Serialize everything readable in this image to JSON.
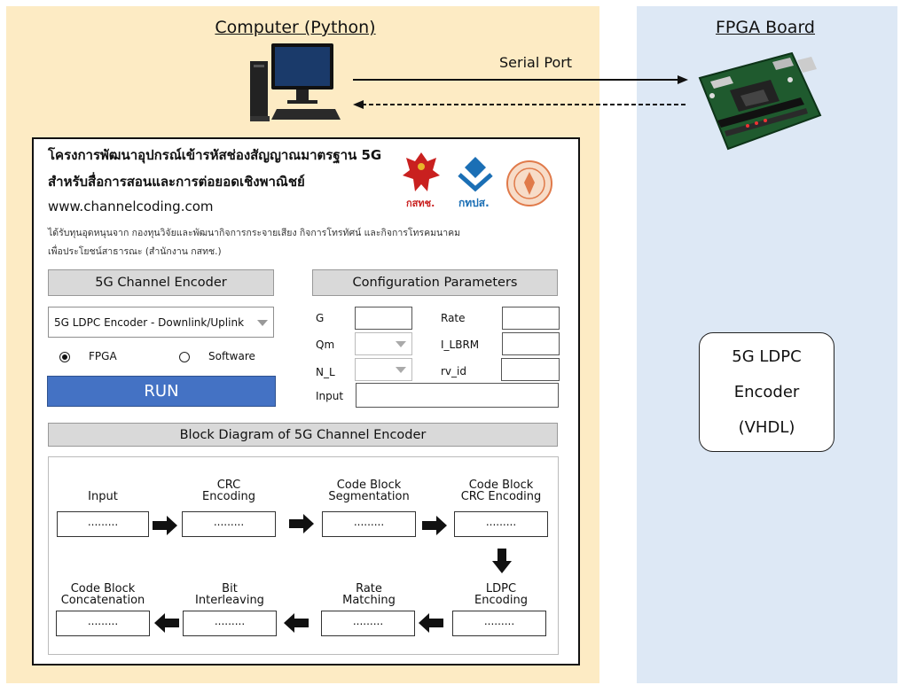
{
  "computer_section": {
    "title": "Computer (Python)"
  },
  "fpga_section": {
    "title": "FPGA Board"
  },
  "link": {
    "label": "Serial Port"
  },
  "app": {
    "title_line1": "โครงการพัฒนาอุปกรณ์เข้ารหัสช่องสัญญาณมาตรฐาน 5G",
    "title_line2": "สำหรับสื่อการสอนและการต่อยอดเชิงพาณิชย์",
    "url": "www.channelcoding.com",
    "funding_line1": "ได้รับทุนอุดหนุนจาก กองทุนวิจัยและพัฒนากิจการกระจายเสียง กิจการโทรทัศน์ และกิจการโทรคมนาคม",
    "funding_line2": "เพื่อประโยชน์สาธารณะ (สำนักงาน กสทช.)",
    "logos": [
      {
        "icon": "garuda-emblem-icon",
        "caption": "กสทช."
      },
      {
        "icon": "tmpsa-logo-icon",
        "caption": "กทปส."
      },
      {
        "icon": "university-seal-icon",
        "caption": ""
      }
    ],
    "encoder_panel": {
      "heading": "5G Channel Encoder",
      "mode_selected": "5G LDPC Encoder - Downlink/Uplink",
      "options": [
        {
          "label": "FPGA",
          "selected": true
        },
        {
          "label": "Software",
          "selected": false
        }
      ],
      "run_label": "RUN"
    },
    "config_panel": {
      "heading": "Configuration Parameters",
      "params": {
        "G": {
          "label": "G",
          "value": ""
        },
        "Qm": {
          "label": "Qm",
          "value": ""
        },
        "N_L": {
          "label": "N_L",
          "value": ""
        },
        "Rate": {
          "label": "Rate",
          "value": ""
        },
        "I_LBRM": {
          "label": "I_LBRM",
          "value": ""
        },
        "rv_id": {
          "label": "rv_id",
          "value": ""
        },
        "Input": {
          "label": "Input",
          "value": ""
        }
      }
    },
    "block_diagram": {
      "heading": "Block Diagram of 5G Channel Encoder",
      "placeholder": ".........",
      "row1": [
        {
          "line1": "Input",
          "line2": ""
        },
        {
          "line1": "CRC",
          "line2": "Encoding"
        },
        {
          "line1": "Code Block",
          "line2": "Segmentation"
        },
        {
          "line1": "Code Block",
          "line2": "CRC Encoding"
        }
      ],
      "row2": [
        {
          "line1": "Code Block",
          "line2": "Concatenation"
        },
        {
          "line1": "Bit",
          "line2": "Interleaving"
        },
        {
          "line1": "Rate",
          "line2": "Matching"
        },
        {
          "line1": "LDPC",
          "line2": "Encoding"
        }
      ]
    }
  },
  "fpga_box": {
    "line1": "5G LDPC",
    "line2": "Encoder",
    "line3": "(VHDL)"
  },
  "colors": {
    "computer_bg": "#fdebc4",
    "fpga_bg": "#dde8f5",
    "run_button": "#4472c4",
    "panel_head": "#d9d9d9"
  }
}
